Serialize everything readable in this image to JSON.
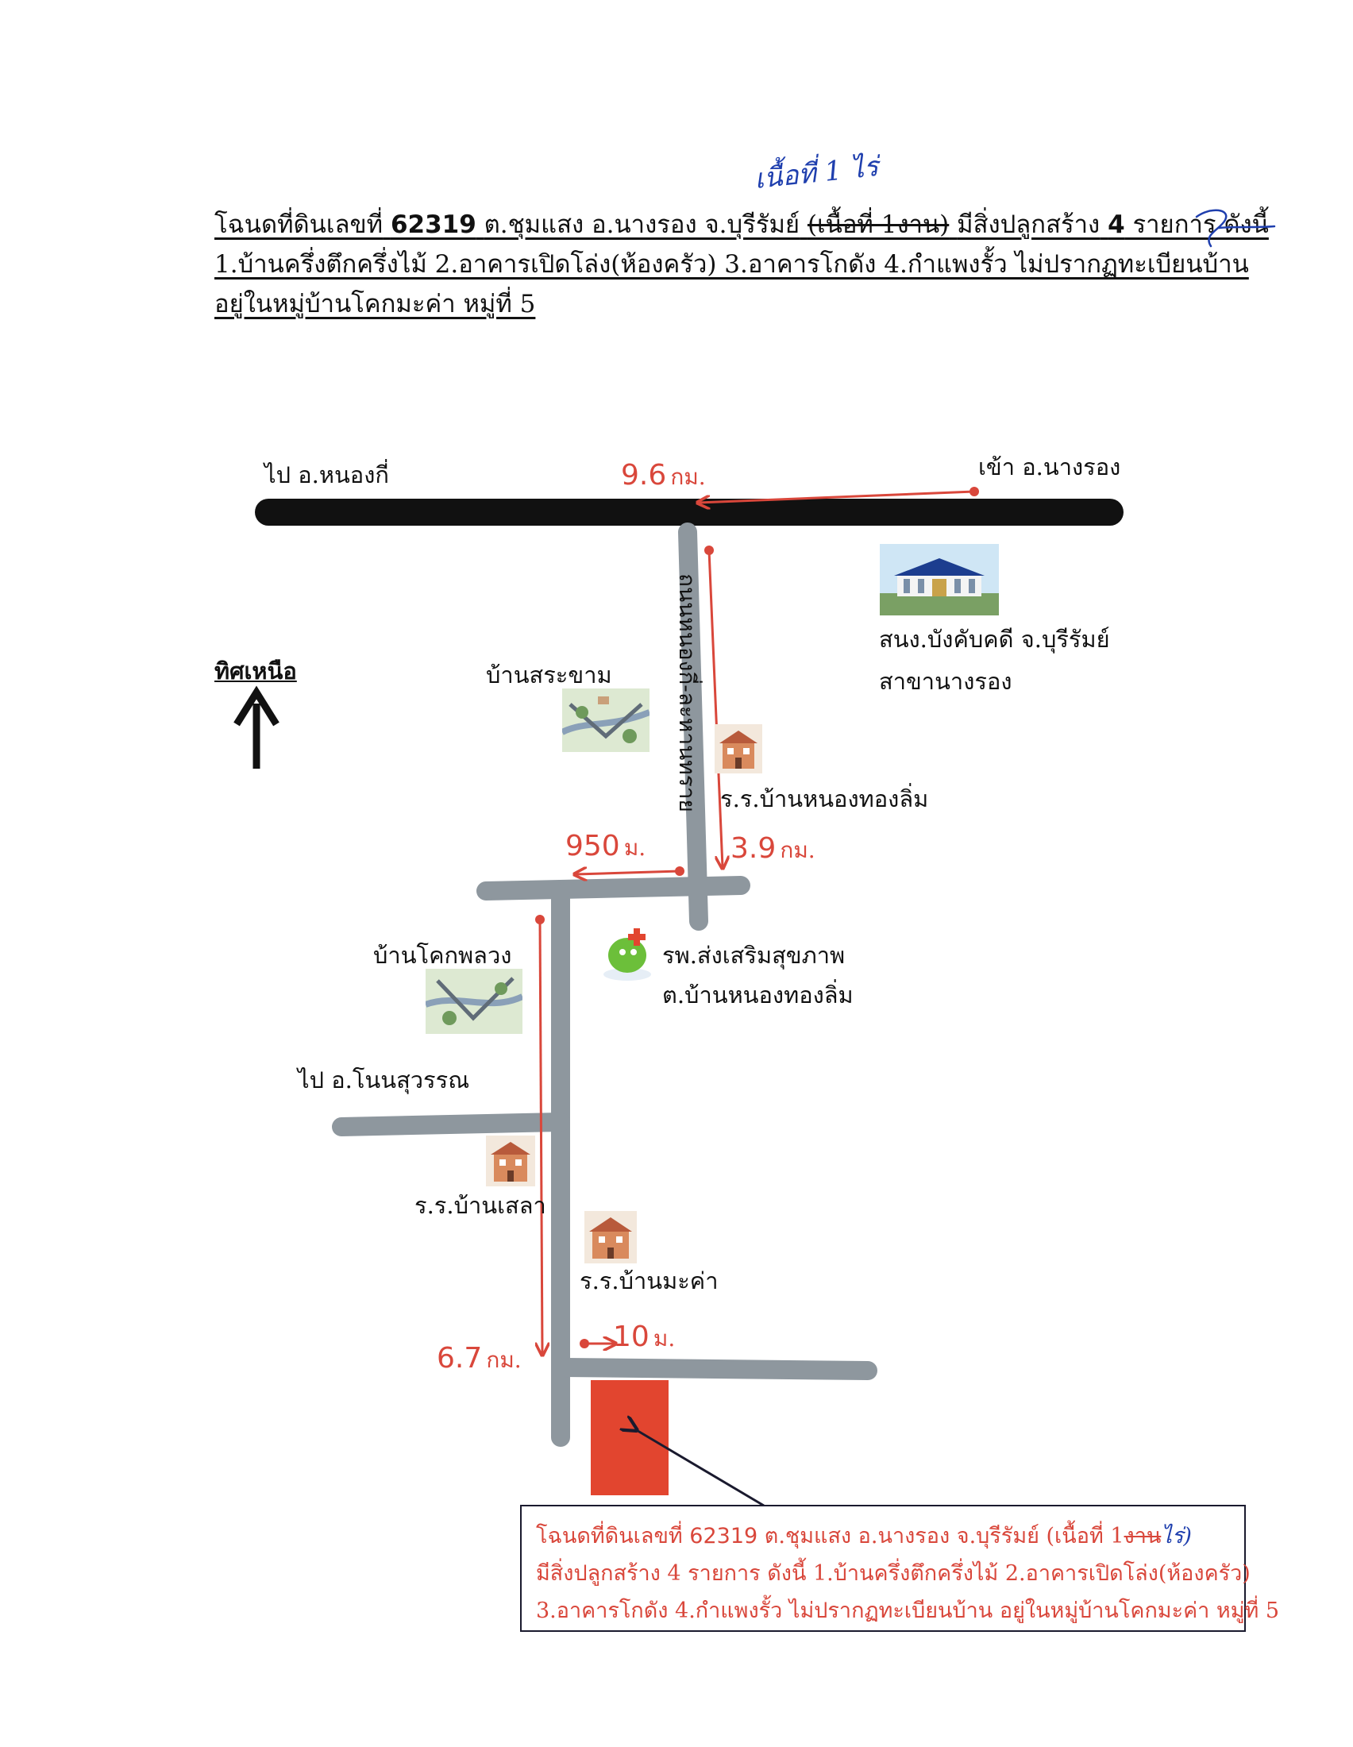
{
  "heading": {
    "line1_a": "โฉนดที่ดินเลขที่",
    "line1_num": "62319",
    "line1_b": "ต.ชุมแสง อ.นางรอง จ.บุรีรัมย์",
    "line1_strike": "(เนื้อที่ 1งาน)",
    "line1_c": "มีสิ่งปลูกสร้าง",
    "line1_num2": "4",
    "line1_d": "รายการ ดังนี้",
    "line2": "1.บ้านครึ่งตึกครึ่งไม้ 2.อาคารเปิดโล่ง(ห้องครัว) 3.อาคารโกดัง 4.กำแพงรั้ว  ไม่ปรากฏทะเบียนบ้าน",
    "line3": "อยู่ในหมู่บ้านโคกมะค่า หมู่ที่ 5"
  },
  "handwriting": {
    "correction": "เนื้อที่ 1 ไร่",
    "initials": "Signature initials"
  },
  "map": {
    "to_nong_ki": "ไป อ.หนองกี่",
    "to_nang_rong": "เข้า อ.นางรอง",
    "dist_main": {
      "value": "9.6",
      "unit": "กม."
    },
    "road_name": "ถนนหนองกี่-ละหานทราย",
    "office": {
      "line1": "สนง.บังคับคดี จ.บุรีรัมย์",
      "line2": "สาขานางรอง"
    },
    "north": "ทิศเหนือ",
    "village_sakham": "บ้านสระขาม",
    "school_nongthonglim": "ร.ร.บ้านหนองทองลิ่ม",
    "dist_950": {
      "value": "950",
      "unit": "ม."
    },
    "dist_39": {
      "value": "3.9",
      "unit": "กม."
    },
    "village_khokphluang": "บ้านโคกพลวง",
    "hospital": {
      "line1": "รพ.ส่งเสริมสุขภาพ",
      "line2": "ต.บ้านหนองทองลิ่ม"
    },
    "to_non_suwan": "ไป อ.โนนสุวรรณ",
    "school_sela": "ร.ร.บ้านเสลา",
    "school_makha": "ร.ร.บ้านมะค่า",
    "dist_10": {
      "value": "10",
      "unit": "ม."
    },
    "dist_67": {
      "value": "6.7",
      "unit": "กม."
    }
  },
  "infobox": {
    "l1_a": "โฉนดที่ดินเลขที่",
    "l1_num": "62319",
    "l1_b": "ต.ชุมแสง อ.นางรอง จ.บุรีรัมย์ (เนื้อที่ 1",
    "l1_strike": "งาน",
    "l1_fix": "ไร่)",
    "l2": "มีสิ่งปลูกสร้าง 4 รายการ ดังนี้  1.บ้านครึ่งตึกครึ่งไม้ 2.อาคารเปิดโล่ง(ห้องครัว)",
    "l3": "3.อาคารโกดัง 4.กำแพงรั้ว  ไม่ปรากฏทะเบียนบ้าน อยู่ในหมู่บ้านโคกมะค่า หมู่ที่  5"
  },
  "colors": {
    "road_main": "#111111",
    "road_minor": "#8e979e",
    "route_red": "#d9473b",
    "plot": "#e2452f",
    "pointer": "#1a1a2e",
    "handwriting": "#1f3fae"
  }
}
